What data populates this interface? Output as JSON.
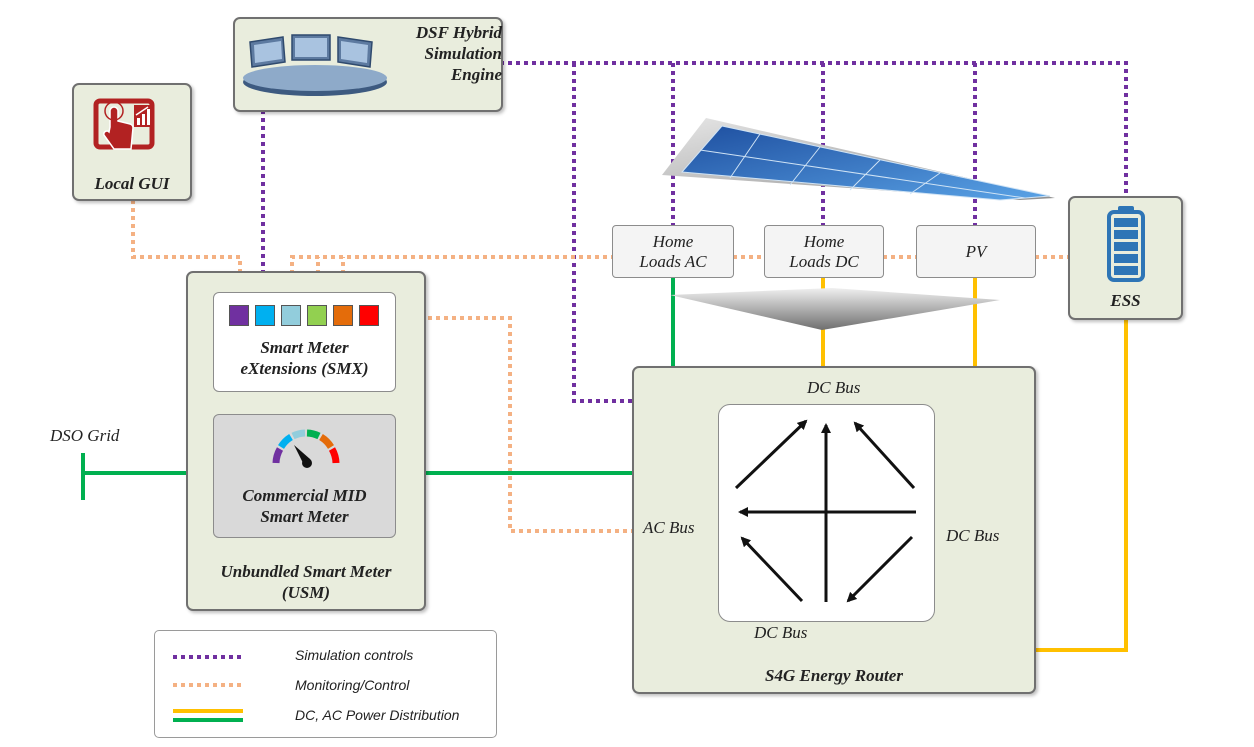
{
  "simulation_engine": {
    "title_line1": "DSF Hybrid",
    "title_line2": "Simulation",
    "title_line3": "Engine"
  },
  "local_gui": {
    "label": "Local GUI"
  },
  "ess": {
    "label": "ESS"
  },
  "home_loads_ac": {
    "line1": "Home",
    "line2": "Loads AC"
  },
  "home_loads_dc": {
    "line1": "Home",
    "line2": "Loads DC"
  },
  "pv": {
    "label": "PV"
  },
  "usm": {
    "title_line1": "Unbundled Smart Meter",
    "title_line2": "(USM)",
    "smx_line1": "Smart Meter",
    "smx_line2": "eXtensions (SMX)",
    "smx_port_colors": [
      "#7030a0",
      "#00b0f0",
      "#92cddc",
      "#92d050",
      "#e46c0a",
      "#ff0000"
    ],
    "mid_line1": "Commercial MID",
    "mid_line2": "Smart Meter"
  },
  "dso_grid": {
    "label": "DSO Grid"
  },
  "energy_router": {
    "title": "S4G Energy Router",
    "dc_bus_top": "DC Bus",
    "dc_bus_right": "DC Bus",
    "dc_bus_bottom": "DC Bus",
    "ac_bus": "AC Bus"
  },
  "legend": {
    "items": [
      {
        "label": "Simulation controls",
        "color": "#7030a0",
        "style": "dotted"
      },
      {
        "label": "Monitoring/Control",
        "color": "#f4b183",
        "style": "dotted"
      },
      {
        "label": "DC, AC Power Distribution",
        "colors": [
          "#ffc000",
          "#00b050"
        ],
        "style": "solid"
      }
    ]
  },
  "colors": {
    "simulation": "#7030a0",
    "monitoring": "#f4b183",
    "dc_power": "#ffc000",
    "ac_power": "#00b050",
    "box_fill": "#e9eddd",
    "battery": "#2e75b6"
  },
  "icons": [
    "monitors-icon",
    "touch-screen-chart-icon",
    "solar-panel-icon",
    "battery-icon",
    "gauge-icon"
  ]
}
